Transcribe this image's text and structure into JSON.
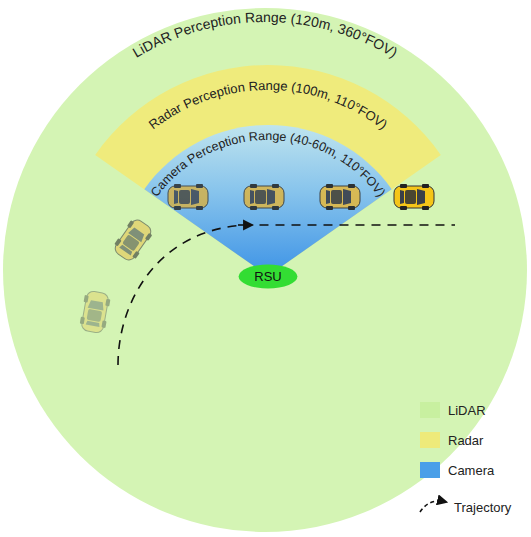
{
  "diagram": {
    "nodes": [
      {
        "text": [
          "RSU"
        ]
      }
    ],
    "labels": [
      "LiDAR Perception Range (120m, 360°FOV)",
      "Radar Perception Range (100m, 110°FOV)",
      "Camera Perception Range (40-60m, 110°FOV)"
    ],
    "legend": [
      {
        "text": "LiDAR",
        "color": "#c8f0a0"
      },
      {
        "text": "Radar",
        "color": "#eeea7a"
      },
      {
        "text": "Camera",
        "color": "#4a9fe8"
      },
      {
        "text": "Trajectory"
      }
    ]
  }
}
